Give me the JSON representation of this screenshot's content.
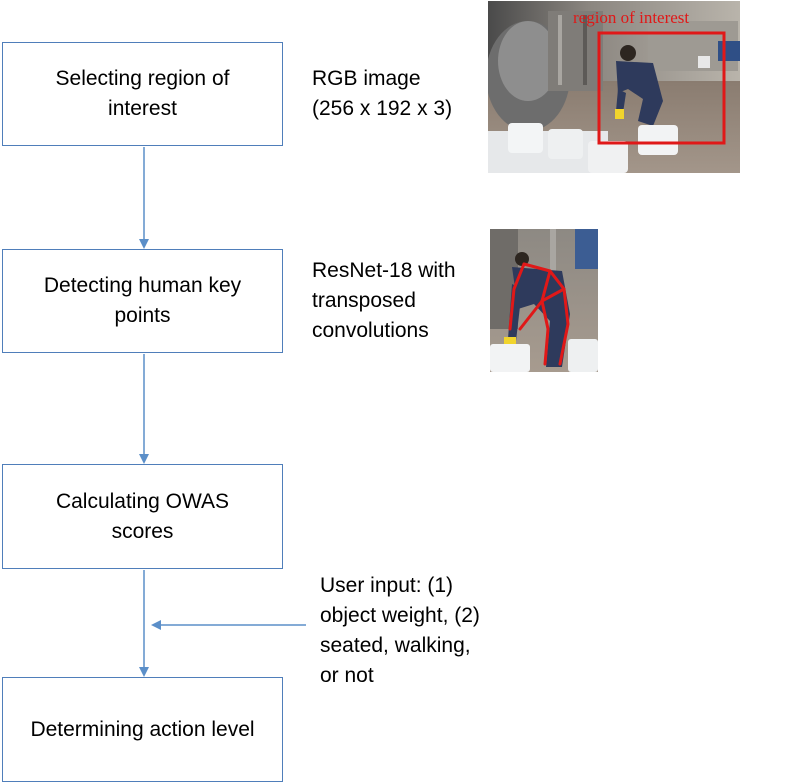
{
  "steps": [
    {
      "label": "Selecting region of\ninterest"
    },
    {
      "label": "Detecting human key\npoints"
    },
    {
      "label": "Calculating OWAS\nscores"
    },
    {
      "label": "Determining action level"
    }
  ],
  "annotations": {
    "rgb_image": "RGB image\n(256 x 192 x 3)",
    "resnet": "ResNet-18 with\ntransposed\nconvolutions",
    "user_input": "User input: (1)\nobject weight, (2)\nseated, walking,\nor not"
  },
  "images": {
    "roi_photo_caption": "region of interest"
  },
  "colors": {
    "box_border": "#4f7eba",
    "arrow": "#5b8fc9",
    "roi_box": "#e01818"
  }
}
